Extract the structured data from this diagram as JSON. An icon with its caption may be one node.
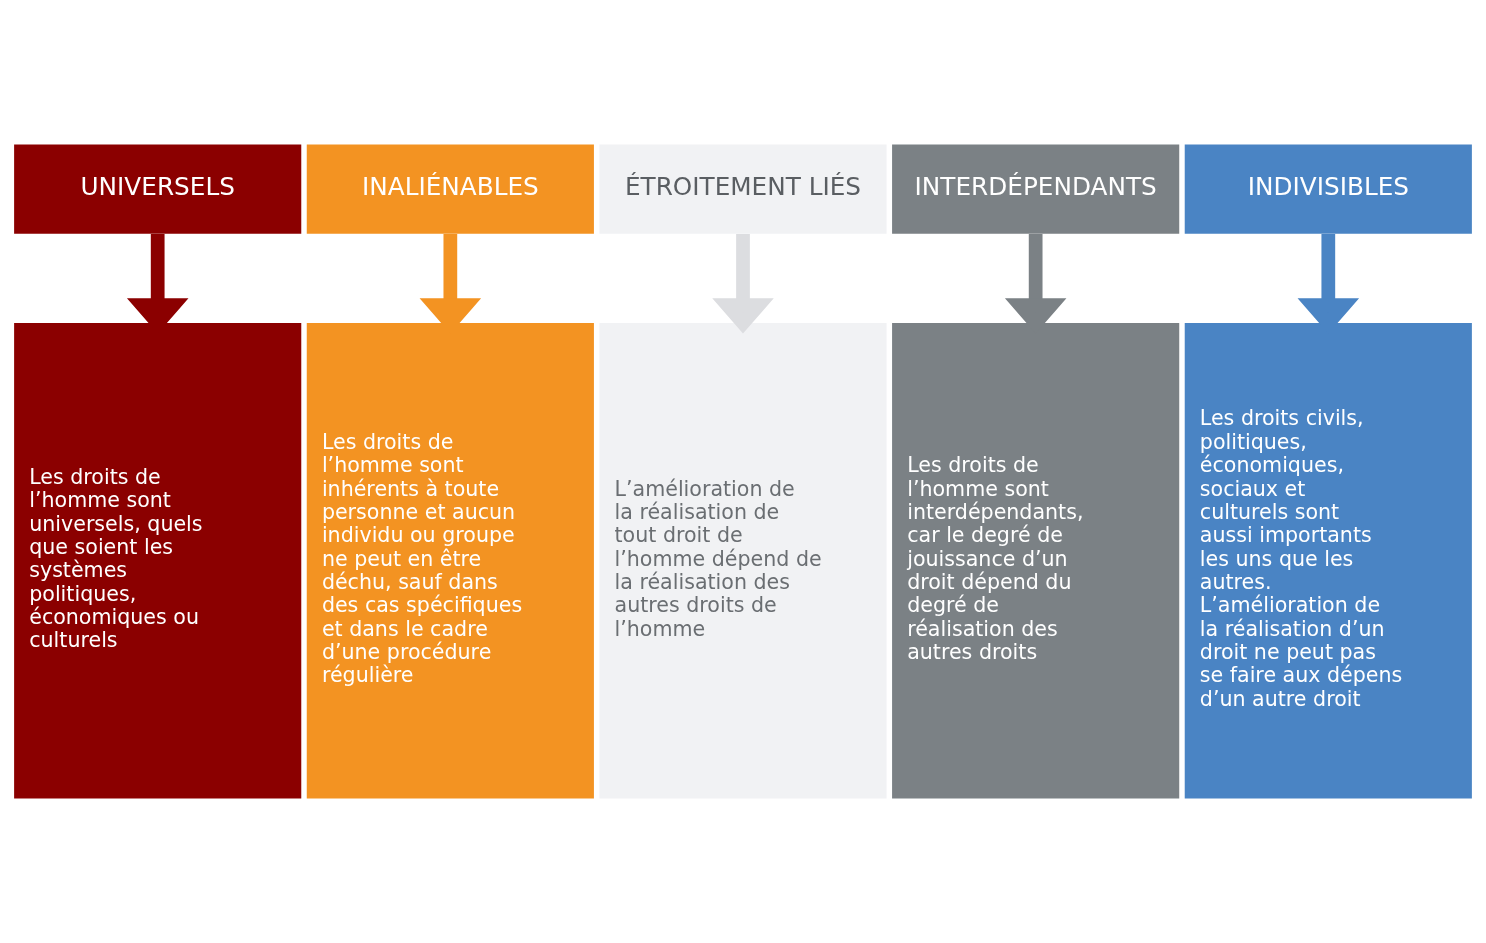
{
  "diagram": {
    "nodes": [
      {
        "text": [
          "UNIVERSELS"
        ]
      },
      {
        "text": [
          "INALIÉNABLES"
        ]
      },
      {
        "text": [
          "ÉTROITEMENT LIÉS"
        ]
      },
      {
        "text": [
          "INTERDÉPENDANTS"
        ]
      },
      {
        "text": [
          "INDIVISIBLES"
        ]
      },
      {
        "text": [
          "Les droits de l’homme sont universels, quels que soient les systèmes politiques, économiques ou culturels"
        ]
      },
      {
        "text": [
          "Les droits de l’homme sont inhérents à toute personne et aucun individu ou groupe ne peut en être déchu, sauf dans des cas spécifiques et dans le cadre d’une procédure régulière"
        ]
      },
      {
        "text": [
          "L’amélioration de la réalisation de tout droit de l’homme dépend de la réalisation des autres droits de l’homme"
        ]
      },
      {
        "text": [
          "Les droits de l’homme sont interdépendants, car le degré de jouissance d’un droit dépend du degré de réalisation des autres droits"
        ]
      },
      {
        "text": [
          "Les droits civils, politiques, économiques, sociaux et culturels sont aussi importants les uns que les autres. L’amélioration de la réalisation d’un droit ne peut pas se faire aux dépens d’un autre droit"
        ]
      }
    ],
    "edges": [
      {
        "from": 0,
        "to": 5,
        "arrow": "to",
        "color": "#8b0000"
      },
      {
        "from": 1,
        "to": 6,
        "arrow": "to",
        "color": "#f39322"
      },
      {
        "from": 2,
        "to": 7,
        "arrow": "to",
        "color": "#dcdde0"
      },
      {
        "from": 3,
        "to": 8,
        "arrow": "to",
        "color": "#7b8185"
      },
      {
        "from": 4,
        "to": 9,
        "arrow": "to",
        "color": "#4a84c4"
      }
    ]
  }
}
